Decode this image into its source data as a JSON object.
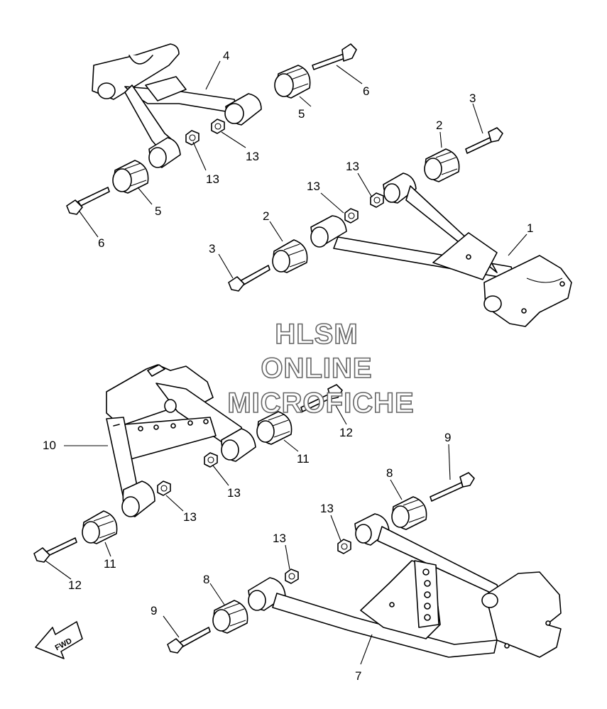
{
  "watermark": {
    "line1": "HLSM",
    "line2": "ONLINE",
    "line3": "MICROFICHE"
  },
  "direction": {
    "label": "FWD"
  },
  "callouts": [
    "1",
    "2",
    "2",
    "3",
    "3",
    "4",
    "5",
    "5",
    "6",
    "6",
    "13",
    "13",
    "13",
    "13",
    "7",
    "8",
    "8",
    "9",
    "9",
    "10",
    "11",
    "11",
    "12",
    "12",
    "13",
    "13",
    "13",
    "13"
  ]
}
